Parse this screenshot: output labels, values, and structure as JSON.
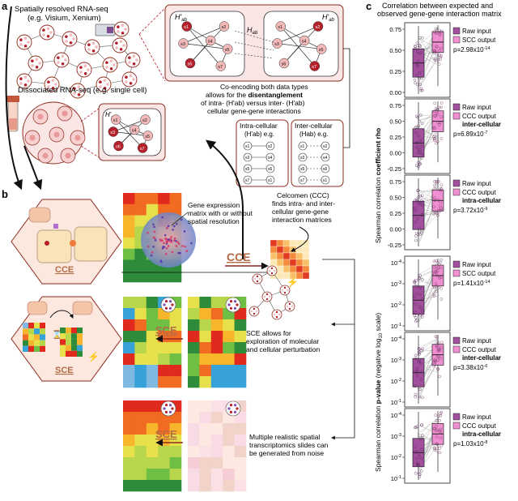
{
  "panel_a": {
    "letter": "a",
    "spatial_title": "Spatially resolved RNA-seq",
    "spatial_sub": "(e.g. Visium, Xenium)",
    "dissociated_title": "Dissociated RNA-seq (e.g. single cell)",
    "h_ab": "H",
    "h_sub": "ab",
    "h_prime": "H'",
    "coencoding": [
      "Co-encoding both data types",
      "allows for the",
      "disentanglement",
      "of intra- (H'ab) versus inter- (H'ab)",
      "cellular gene-gene interactions"
    ],
    "intra_title": "Intra-cellular",
    "intra_sub": "(H'ab) e.g.",
    "inter_title": "Inter-cellular",
    "inter_sub": "(Hab) e.g.",
    "node_labels": [
      "s1",
      "s2",
      "s3",
      "s4",
      "s5",
      "s6",
      "s7"
    ]
  },
  "panel_b": {
    "letter": "b",
    "cce": "CCE",
    "sce": "SCE",
    "gene_expr": [
      "Gene expression",
      "matrix with or without",
      "spatial resolution"
    ],
    "celcomen": [
      "Celcomen (CCC)",
      "finds intra- and inter-",
      "cellular gene-gene",
      "interaction matrices"
    ],
    "sce_allows": [
      "SCE allows for",
      "exploration of molecular",
      "and cellular perturbation"
    ],
    "multiple": [
      "Multiple realistic spatial",
      "transcriptomics slides can",
      "be generated from noise"
    ]
  },
  "panel_c": {
    "letter": "c",
    "title": [
      "Correlation between expected and",
      "observed gene-gene interaction matrix"
    ],
    "ylabel_top": "Spearman correlation coefficient rho",
    "ylabel_bottom": "Spearman correlation p-value (negative log10 scale)",
    "rho_ticks": [
      "0.75",
      "0.50",
      "0.25",
      "0.00",
      "-0.25"
    ],
    "p_ticks": [
      "10-4",
      "10-3",
      "10-2",
      "10-1"
    ],
    "legend_raw": "Raw input",
    "subpanels": [
      {
        "output": "SCC output",
        "extra": "",
        "p": "p=2.98x10-14"
      },
      {
        "output": "CCC output",
        "extra": "inter-cellular",
        "p": "p=6.89x10-7"
      },
      {
        "output": "CCC output",
        "extra": "intra-cellular",
        "p": "p=3.72x10-9"
      },
      {
        "output": "SCC output",
        "extra": "",
        "p": "p=1.41x10-14"
      },
      {
        "output": "CCC output",
        "extra": "inter-cellular",
        "p": "p=3.38x10-6"
      },
      {
        "output": "CCC output",
        "extra": "intra-cellular",
        "p": "p=1.03x10-8"
      }
    ]
  },
  "colors": {
    "raw": "#a24f9e",
    "output": "#f08fd1",
    "red_node": "#b5202a",
    "pink_node": "#f3b9b9",
    "panel_bg": "#fbe6e6",
    "brown": "#8e2a1e"
  }
}
